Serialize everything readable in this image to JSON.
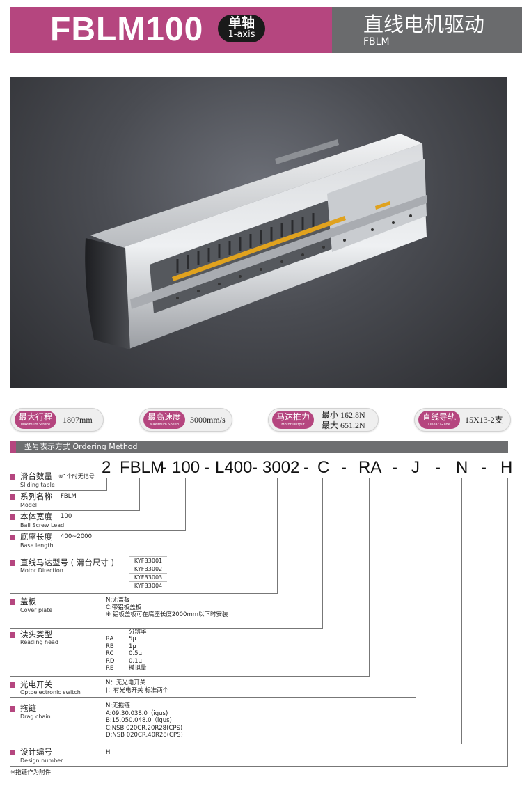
{
  "header": {
    "model": "FBLM100",
    "axis_cn": "单轴",
    "axis_en": "1-axis",
    "drive_title": "直线电机驱动",
    "drive_sub": "FBLM"
  },
  "specs": [
    {
      "cn": "最大行程",
      "en": "Maximum Stroke",
      "value": "1807mm"
    },
    {
      "cn": "最高速度",
      "en": "Maximum Speed",
      "value": "3000mm/s"
    },
    {
      "cn": "马达推力",
      "en": "Motor Output",
      "value_line1": "最小 162.8N",
      "value_line2": "最大 651.2N"
    },
    {
      "cn": "直线导轨",
      "en": "Linear Guide",
      "value": "15X13-2支"
    }
  ],
  "section_title": "型号表示方式 Ordering Method",
  "code": [
    "2",
    "FBLM",
    "-",
    "100",
    "-",
    "L400",
    "-",
    "3002",
    "-",
    "C",
    "-",
    "RA",
    "-",
    "J",
    "-",
    "N",
    "-",
    "H"
  ],
  "items": [
    {
      "cn": "滑台数量",
      "note": "※1个时无记号",
      "en": "Sliding table"
    },
    {
      "cn": "系列名称",
      "en": "Model",
      "desc": "FBLM"
    },
    {
      "cn": "本体宽度",
      "en": "Ball Screw Lead",
      "desc": "100"
    },
    {
      "cn": "底座长度",
      "en": "Base length",
      "desc": "400~2000"
    },
    {
      "cn": "直线马达型号 ( 滑台尺寸 )",
      "en": "Motor Direction",
      "options": [
        "KYFB3001",
        "KYFB3002",
        "KYFB3003",
        "KYFB3004"
      ]
    },
    {
      "cn": "盖板",
      "en": "Cover plate",
      "desc": "N:无盖板\nC:带铝板盖板\n※ 铝板盖板可在底座长度2000mm以下时安装"
    },
    {
      "cn": "读头类型",
      "en": "Reading head",
      "res_header": "分辨率",
      "codes": "RA\nRB\nRC\nRD\nRE",
      "values": "5μ\n1μ\n0.5μ\n0.1μ\n模拟量"
    },
    {
      "cn": "光电开关",
      "en": "Optoelectronic switch",
      "desc": "N：无光电开关\nJ：有光电开关 标准两个"
    },
    {
      "cn": "拖链",
      "en": "Drag chain",
      "desc": "N:无拖链\nA:09.30.038.0（igus)\nB:15.050.048.0（igus)\nC:NSB 020CR.20R28(CPS)\nD:NSB 020CR.40R28(CPS)"
    },
    {
      "cn": "设计编号",
      "en": "Design number",
      "desc": "H"
    }
  ],
  "footnote": "※拖链作为附件",
  "colors": {
    "accent": "#b5467f",
    "gray": "#6a6b6d"
  }
}
